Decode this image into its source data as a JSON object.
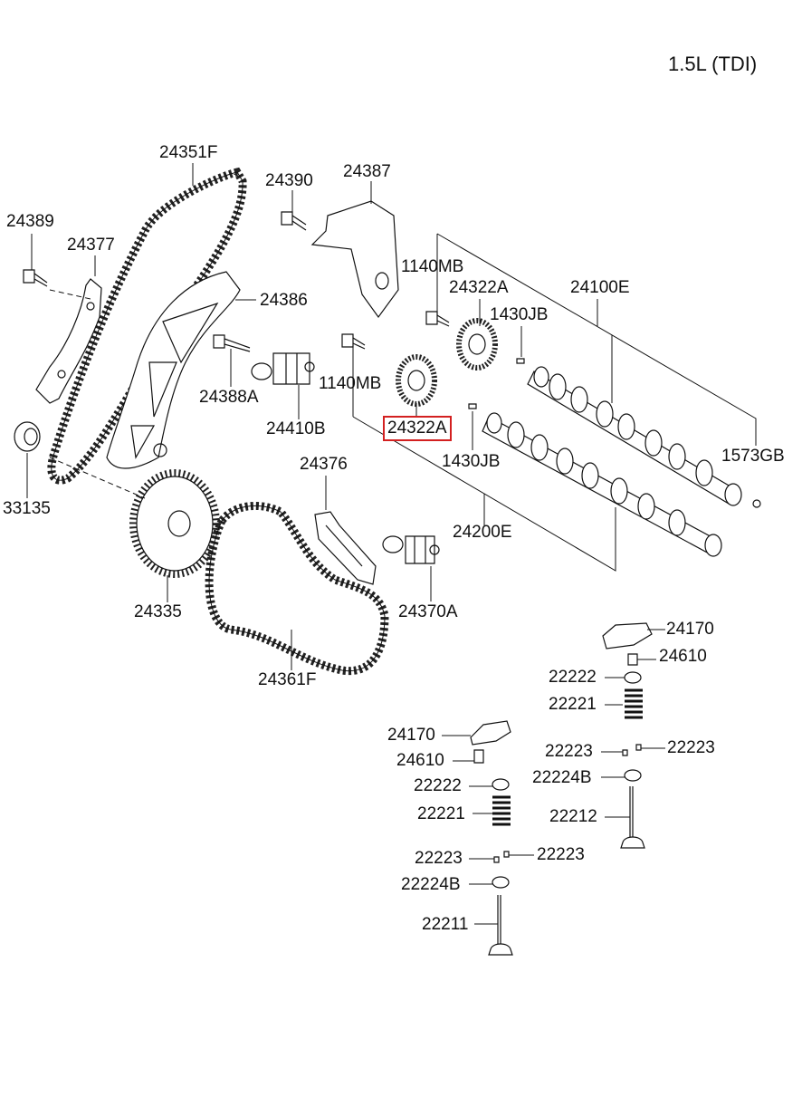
{
  "title": "1.5L (TDI)",
  "highlighted_part": "24322A",
  "labels": {
    "p24351F": "24351F",
    "p24390": "24390",
    "p24387": "24387",
    "p24389": "24389",
    "p24377": "24377",
    "p24386": "24386",
    "p1140MB_a": "1140MB",
    "p24322A_a": "24322A",
    "p24100E": "24100E",
    "p1430JB_a": "1430JB",
    "p24388A": "24388A",
    "p1140MB_b": "1140MB",
    "p24410B": "24410B",
    "p24322A_b": "24322A",
    "p1573GB": "1573GB",
    "p33135": "33135",
    "p24376": "24376",
    "p1430JB_b": "1430JB",
    "p24200E": "24200E",
    "p24335": "24335",
    "p24370A": "24370A",
    "p24361F": "24361F",
    "p24170_a": "24170",
    "p24610_a": "24610",
    "p22222_a": "22222",
    "p22221_a": "22221",
    "p22223_a": "22223",
    "p22223_b": "22223",
    "p22224B_a": "22224B",
    "p22212": "22212",
    "p24170_b": "24170",
    "p24610_b": "24610",
    "p22222_b": "22222",
    "p22221_b": "22221",
    "p22223_c": "22223",
    "p22223_d": "22223",
    "p22224B_b": "22224B",
    "p22211": "22211"
  }
}
